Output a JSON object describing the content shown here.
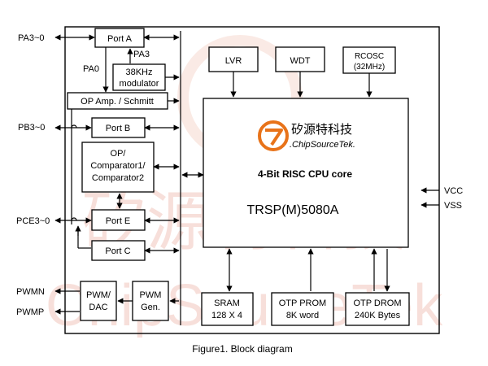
{
  "pins": {
    "pa": "PA3~0",
    "pb": "PB3~0",
    "pce": "PCE3~0",
    "pwmn": "PWMN",
    "pwmp": "PWMP",
    "vcc": "VCC",
    "vss": "VSS"
  },
  "blocks": {
    "port_a": "Port A",
    "port_b": "Port B",
    "port_c": "Port C",
    "port_e": "Port E",
    "modulator_line1": "38KHz",
    "modulator_line2": "modulator",
    "op_amp": "OP Amp. / Schmitt",
    "comparator_line1": "OP/",
    "comparator_line2": "Comparator1/",
    "comparator_line3": "Comparator2",
    "pwm_dac_line1": "PWM/",
    "pwm_dac_line2": "DAC",
    "pwm_gen_line1": "PWM",
    "pwm_gen_line2": "Gen.",
    "lvr": "LVR",
    "wdt": "WDT",
    "rcosc_line1": "RCOSC",
    "rcosc_line2": "(32MHz)",
    "cpu": "4-Bit RISC CPU core",
    "chip_name": "TRSP(M)5080A",
    "sram_line1": "SRAM",
    "sram_line2": "128 X 4",
    "otp_prom_line1": "OTP PROM",
    "otp_prom_line2": "8K word",
    "otp_drom_line1": "OTP DROM",
    "otp_drom_line2": "240K Bytes"
  },
  "signals": {
    "pa0": "PA0",
    "pa3": "PA3"
  },
  "logo": {
    "chinese": "矽源特科技",
    "latin": ".ChipSourceTek.",
    "accent_color": "#e8731a",
    "text_color": "#c0392b"
  },
  "watermark": {
    "chinese": "矽源特科技",
    "latin": "ChipSourceTek"
  },
  "caption": "Figure1. Block diagram"
}
